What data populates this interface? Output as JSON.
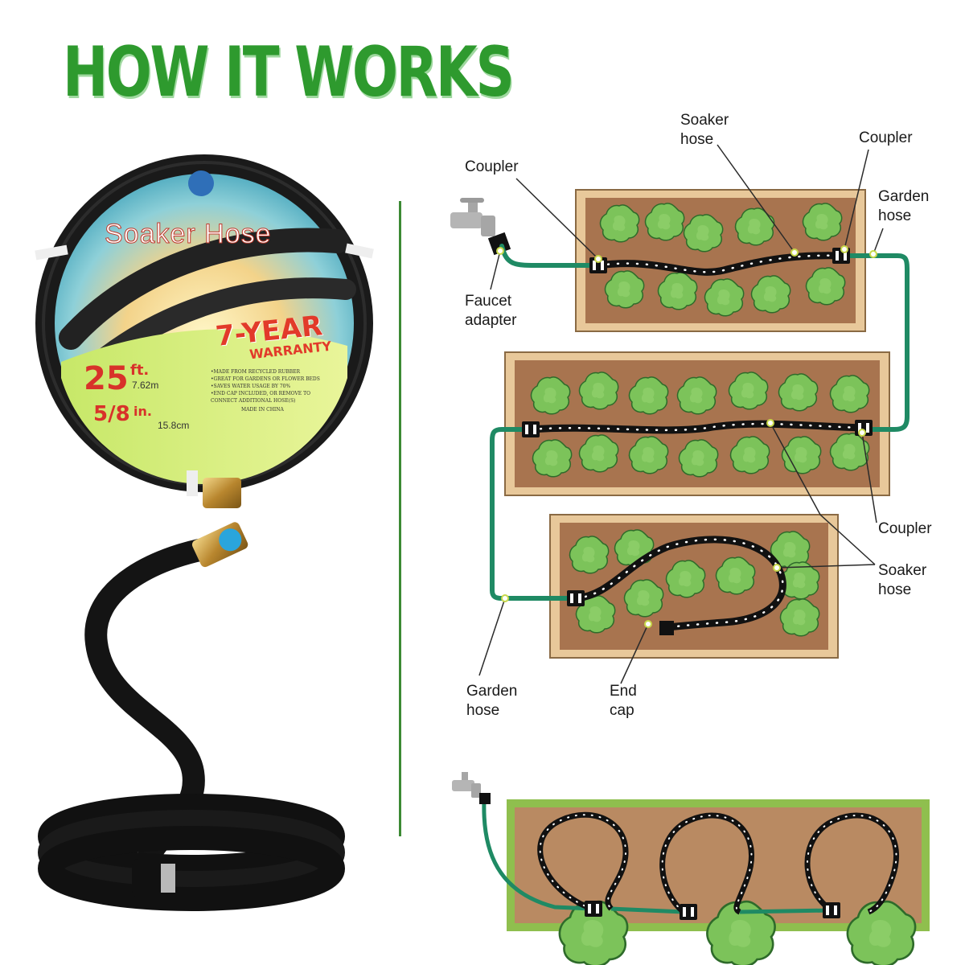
{
  "page": {
    "title": "HOW IT WORKS"
  },
  "colors": {
    "title_green": "#2e9a2e",
    "hose_green": "#1f8a64",
    "soil": "#a8744f",
    "plant": "#7cc35a",
    "divider": "#3c8a34"
  },
  "package": {
    "product_name": "Soaker Hose",
    "warranty_line1": "7-YEAR",
    "warranty_line2": "WARRANTY",
    "length_big": "25",
    "length_unit": "ft.",
    "length_metric": "7.62m",
    "diameter_big": "5/8",
    "diameter_unit": "in.",
    "diameter_metric": "15.8cm",
    "features": [
      "•Made from recycled rubber",
      "•Great for gardens or flower beds",
      "•Saves water usage by 70%",
      "•End cap included, or remove to connect additional hose(s)"
    ],
    "made_in": "Made in China"
  },
  "diagram": {
    "labels": {
      "coupler_top_left": "Coupler",
      "soaker_hose_top": "Soaker\nhose",
      "coupler_top_right": "Coupler",
      "garden_hose_right": "Garden\nhose",
      "faucet_adapter": "Faucet\nadapter",
      "coupler_mid_right": "Coupler",
      "soaker_hose_mid_right": "Soaker\nhose",
      "garden_hose_bottom": "Garden\nhose",
      "end_cap": "End\ncap"
    }
  }
}
